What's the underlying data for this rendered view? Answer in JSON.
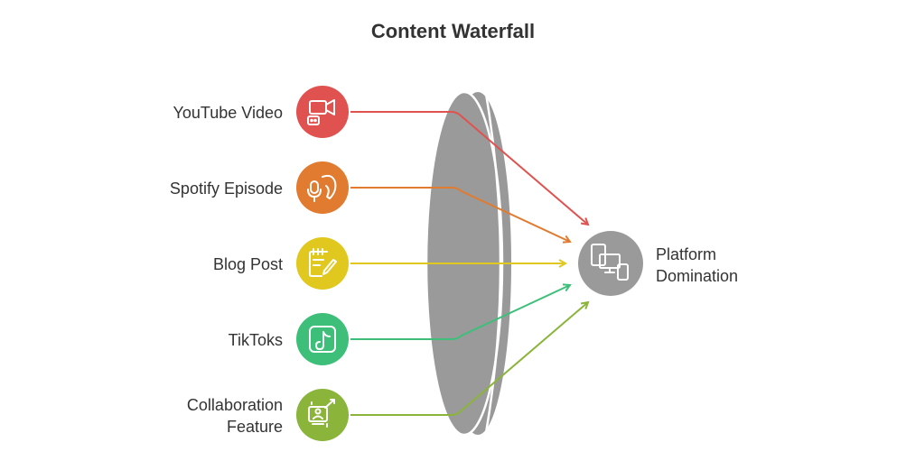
{
  "title": "Content Waterfall",
  "sources": [
    {
      "label": "YouTube Video",
      "icon": "video-camera-icon",
      "color": "#e0524f"
    },
    {
      "label": "Spotify Episode",
      "icon": "podcast-microphone-icon",
      "color": "#e07b30"
    },
    {
      "label": "Blog Post",
      "icon": "notepad-pencil-icon",
      "color": "#e0c81e"
    },
    {
      "label": "TikToks",
      "icon": "tiktok-icon",
      "color": "#3dbf7a"
    },
    {
      "label": "Collaboration Feature",
      "label_lines": [
        "Collaboration",
        "Feature"
      ],
      "icon": "collaboration-presenter-icon",
      "color": "#8ab43a"
    }
  ],
  "lens_color": "#9a9a9a",
  "target": {
    "label": "Platform Domination",
    "label_lines": [
      "Platform",
      "Domination"
    ],
    "icon": "devices-icon",
    "color": "#9a9a9a"
  }
}
